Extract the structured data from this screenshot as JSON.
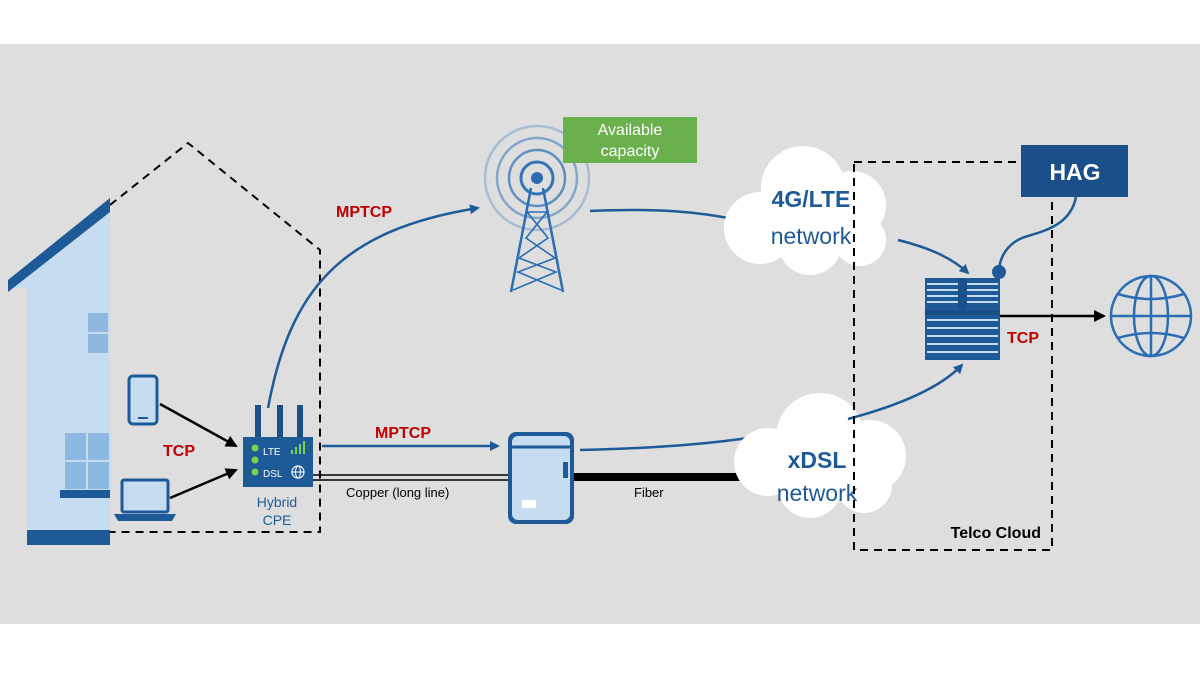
{
  "protocols": {
    "mptcp_lte": "MPTCP",
    "mptcp_dsl": "MPTCP",
    "tcp_left": "TCP",
    "tcp_right": "TCP"
  },
  "capacity_label": {
    "line1": "Available",
    "line2": "capacity"
  },
  "lte_network": {
    "line1": "4G/LTE",
    "line2": "network"
  },
  "xdsl_network": {
    "line1": "xDSL",
    "line2": "network"
  },
  "hag_label": "HAG",
  "telco_cloud_label": "Telco Cloud",
  "cpe": {
    "lte": "LTE",
    "dsl": "DSL",
    "line1": "Hybrid",
    "line2": "CPE"
  },
  "links": {
    "copper": "Copper (long line)",
    "fiber": "Fiber"
  },
  "colors": {
    "background": "#dedede",
    "primary_blue": "#1f5a98",
    "dark_blue": "#1b4f8a",
    "light_blue": "#c6dcf0",
    "protocol_red": "#c00000",
    "capacity_green": "#6ab04c",
    "arrow_black": "#000000"
  },
  "icons": [
    "house-icon",
    "smartphone-icon",
    "laptop-icon",
    "router-icon",
    "cell-tower-icon",
    "cloud-icon",
    "cabinet-icon",
    "gateway-server-icon",
    "globe-icon"
  ]
}
